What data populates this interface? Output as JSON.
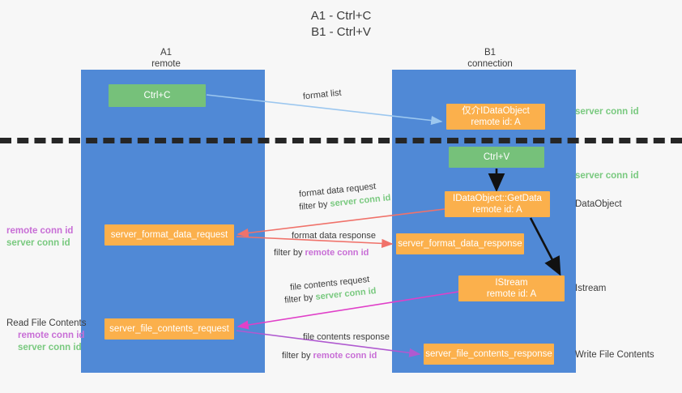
{
  "title": {
    "line1": "A1 - Ctrl+C",
    "line2": "B1 - Ctrl+V"
  },
  "lanes": [
    {
      "name": "A1",
      "sublabel": "remote",
      "color": "#5089d6"
    },
    {
      "name": "B1",
      "sublabel": "connection",
      "color": "#5089d6"
    }
  ],
  "nodes": {
    "ctrl_c": {
      "label": "Ctrl+C",
      "color": "#76c17a"
    },
    "dataobject": {
      "line1": "仅介IDataObject",
      "line2": "remote id: A",
      "color": "#fbb04c"
    },
    "ctrl_v": {
      "label": "Ctrl+V",
      "color": "#76c17a"
    },
    "getdata": {
      "line1": "IDataObject::GetData",
      "line2": "remote id: A",
      "color": "#fbb04c"
    },
    "format_data_request": {
      "label": "server_format_data_request",
      "color": "#fbb04c"
    },
    "format_data_response": {
      "label": "server_format_data_response",
      "color": "#fbb04c"
    },
    "istream": {
      "line1": "IStream",
      "line2": "remote id: A",
      "color": "#fbb04c"
    },
    "file_contents_request": {
      "label": "server_file_contents_request",
      "color": "#fbb04c"
    },
    "file_contents_response": {
      "label": "server_file_contents_response",
      "color": "#fbb04c"
    }
  },
  "edge_labels": {
    "format_list": "format list",
    "format_data_request": "format data request",
    "format_data_request_filter_prefix": "filter by ",
    "format_data_request_filter_value": "server conn id",
    "format_data_response": "format data response",
    "format_data_response_filter_prefix": "filter by ",
    "format_data_response_filter_value": "remote conn id",
    "file_contents_request": "file contents request",
    "file_contents_request_filter_prefix": "filter by ",
    "file_contents_request_filter_value": "server conn id",
    "file_contents_response": "file contents response",
    "file_contents_response_filter_prefix": "filter by ",
    "file_contents_response_filter_value": "remote conn id"
  },
  "annotations": {
    "right": {
      "server_conn_id_top": "server conn id",
      "server_conn_id_mid": "server conn id",
      "dataobject": "DataObject",
      "istream": "Istream",
      "write_file_contents": "Write File Contents"
    },
    "left": {
      "remote_conn_id_1": "remote conn id",
      "server_conn_id_1": "server conn id",
      "read_file_contents": "Read File Contents",
      "remote_conn_id_2": "remote conn id",
      "server_conn_id_2": "server conn id"
    }
  },
  "colors": {
    "lane": "#5089d6",
    "green_node": "#76c17a",
    "orange_node": "#fbb04c",
    "remote_conn_id": "#c86ed6",
    "server_conn_id": "#79c97f",
    "arrow_blue": "#9cc7ef",
    "arrow_red": "#f0726a",
    "arrow_magenta": "#e040c8",
    "arrow_purple": "#b05ad0",
    "arrow_black": "#111111",
    "divider": "#262626",
    "background": "#f7f7f7"
  }
}
